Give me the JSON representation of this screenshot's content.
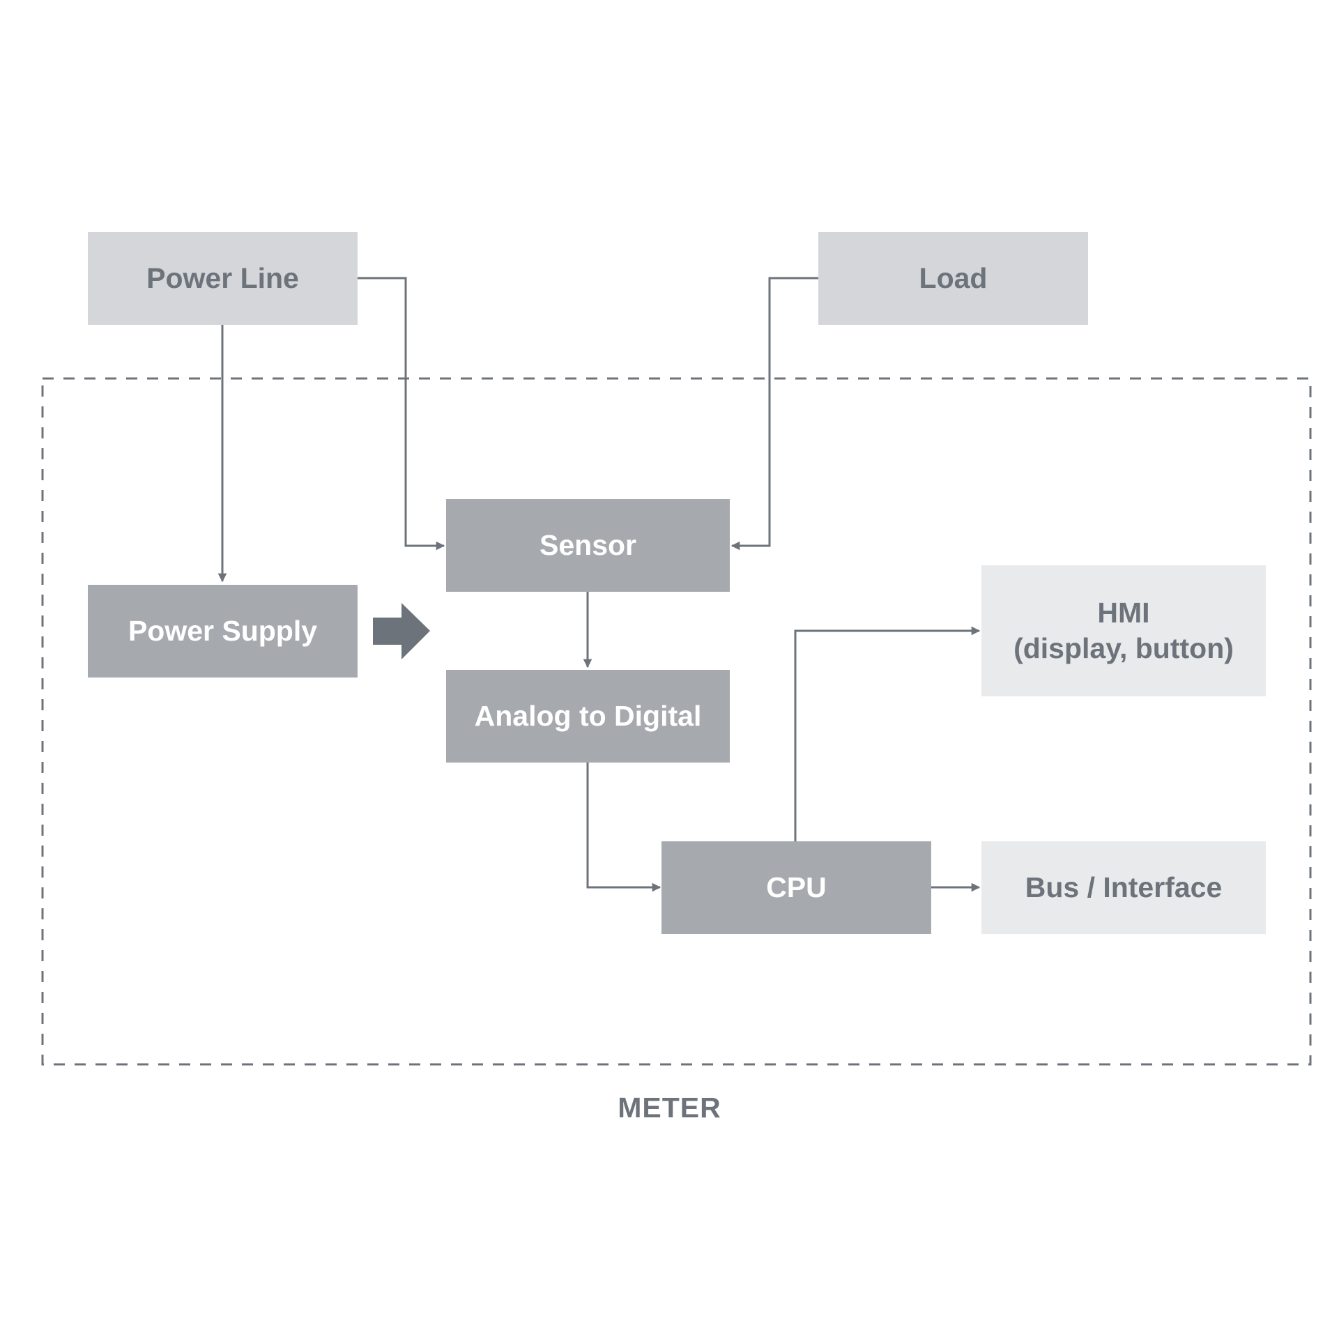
{
  "boxes": {
    "power_line": "Power Line",
    "load": "Load",
    "sensor": "Sensor",
    "power_supply": "Power Supply",
    "analog_to_digital": "Analog to Digital",
    "hmi_line1": "HMI",
    "hmi_line2": "(display, button)",
    "cpu": "CPU",
    "bus_interface": "Bus / Interface"
  },
  "boundary_label": "METER",
  "colors": {
    "line": "#6c737b",
    "light_box": "#d4d6d9",
    "lighter_box": "#e9eaec",
    "dark_box": "#a6aaae"
  }
}
